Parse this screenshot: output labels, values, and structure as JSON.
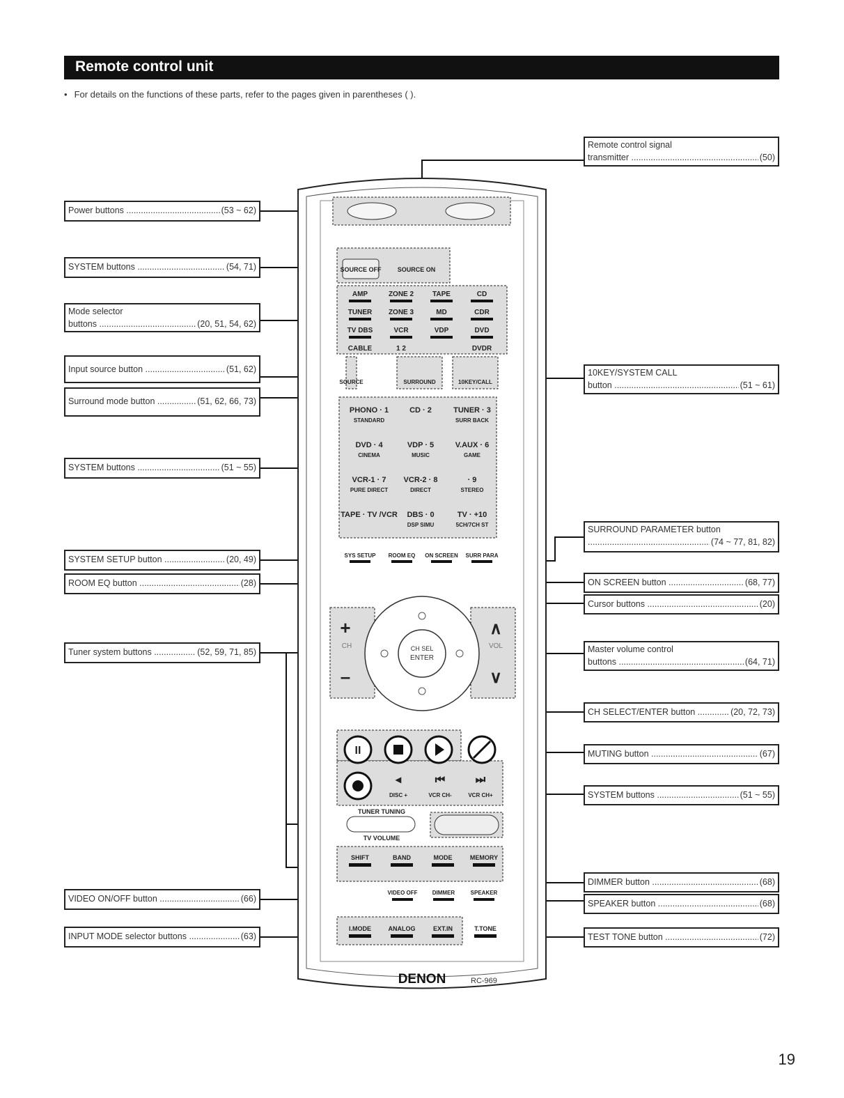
{
  "header": {
    "title": "Remote control unit"
  },
  "note": {
    "bullet": "•",
    "text": "For details on the functions of these parts, refer to the pages given in parentheses ( )."
  },
  "labels": {
    "power": {
      "name": "Power buttons",
      "pages": "(53 ~ 62)"
    },
    "system1": {
      "name": "SYSTEM buttons",
      "pages": "(54, 71)"
    },
    "mode_selector": {
      "name_1": "Mode selector",
      "name_2": "buttons",
      "pages": "(20, 51, 54, 62)"
    },
    "input_source": {
      "name": "Input source button",
      "pages": "(51, 62)"
    },
    "surround_mode": {
      "name": "Surround mode button",
      "pages": "(51, 62, 66, 73)"
    },
    "system2": {
      "name": "SYSTEM buttons",
      "pages": "(51 ~ 55)"
    },
    "system_setup": {
      "name": "SYSTEM SETUP button",
      "pages": "(20, 49)"
    },
    "room_eq": {
      "name": "ROOM EQ button",
      "pages": "(28)"
    },
    "tuner_system": {
      "name": "Tuner system buttons",
      "pages": "(52, 59, 71, 85)"
    },
    "video_onoff": {
      "name": "VIDEO ON/OFF button",
      "pages": "(66)"
    },
    "input_mode": {
      "name": "INPUT MODE selector buttons",
      "pages": "(63)"
    },
    "transmitter": {
      "name_1": "Remote control signal",
      "name_2": "transmitter",
      "pages": "(50)"
    },
    "tenkey": {
      "name_1": "10KEY/SYSTEM CALL",
      "name_2": "button",
      "pages": "(51 ~ 61)"
    },
    "surround_param": {
      "name": "SURROUND PARAMETER button",
      "pages": "(74 ~ 77, 81, 82)"
    },
    "on_screen": {
      "name": "ON SCREEN button",
      "pages": "(68, 77)"
    },
    "cursor": {
      "name": "Cursor buttons",
      "pages": "(20)"
    },
    "master_volume": {
      "name_1": "Master volume control",
      "name_2": "buttons",
      "pages": "(64, 71)"
    },
    "ch_select": {
      "name": "CH SELECT/ENTER button",
      "pages": "(20, 72, 73)"
    },
    "muting": {
      "name": "MUTING button",
      "pages": "(67)"
    },
    "system3": {
      "name": "SYSTEM buttons",
      "pages": "(51 ~ 55)"
    },
    "dimmer": {
      "name": "DIMMER button",
      "pages": "(68)"
    },
    "speaker": {
      "name": "SPEAKER button",
      "pages": "(68)"
    },
    "test_tone": {
      "name": "TEST TONE button",
      "pages": "(72)"
    }
  },
  "remote": {
    "source_off": "SOURCE OFF",
    "source_on": "SOURCE ON",
    "mode_rows": [
      [
        "AMP",
        "ZONE 2",
        "TAPE",
        "CD"
      ],
      [
        "TUNER",
        "ZONE 3",
        "MD",
        "CDR"
      ],
      [
        "TV DBS",
        "VCR",
        "VDP",
        "DVD"
      ],
      [
        "CABLE",
        "1 2",
        "",
        "DVDR"
      ]
    ],
    "func_keys": [
      "SOURCE",
      "SURROUND",
      "10KEY/CALL"
    ],
    "num_keys": [
      {
        "top": "PHONO · 1",
        "sub": "STANDARD"
      },
      {
        "top": "CD · 2",
        "sub": ""
      },
      {
        "top": "TUNER · 3",
        "sub": "SURR BACK"
      },
      {
        "top": "DVD · 4",
        "sub": "CINEMA"
      },
      {
        "top": "VDP · 5",
        "sub": "MUSIC"
      },
      {
        "top": "V.AUX · 6",
        "sub": "GAME"
      },
      {
        "top": "VCR-1 · 7",
        "sub": "PURE DIRECT"
      },
      {
        "top": "VCR-2 · 8",
        "sub": "DIRECT"
      },
      {
        "top": "· 9",
        "sub": "STEREO"
      },
      {
        "top": "TAPE · TV /VCR",
        "sub": ""
      },
      {
        "top": "DBS · 0",
        "sub": "DSP SIMU"
      },
      {
        "top": "TV · +10",
        "sub": "5CH/7CH ST"
      }
    ],
    "setup_row": [
      "SYS SETUP",
      "ROOM EQ",
      "ON SCREEN",
      "SURR PARA"
    ],
    "ch_label": "CH",
    "vol_label": "VOL",
    "enter_1": "CH SEL",
    "enter_2": "ENTER",
    "transport_labels": [
      "DISC +",
      "VCR CH-",
      "VCR CH+"
    ],
    "tuner_tuning": "TUNER TUNING",
    "tv_volume": "TV VOLUME",
    "tuner_row": [
      "SHIFT",
      "BAND",
      "MODE",
      "MEMORY"
    ],
    "video_row": [
      "VIDEO OFF",
      "DIMMER",
      "SPEAKER"
    ],
    "input_row": [
      "I.MODE",
      "ANALOG",
      "EXT.IN"
    ],
    "t_tone": "T.TONE",
    "brand": "DENON",
    "model": "RC-969"
  },
  "page_number": "19"
}
